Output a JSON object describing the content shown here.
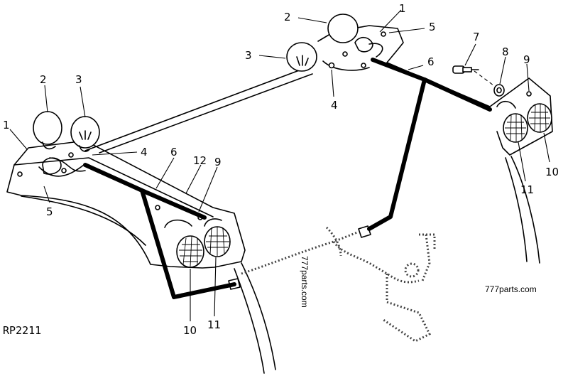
{
  "figure_code": "RP2211",
  "watermark": "777parts.com",
  "callouts": {
    "left_1": "1",
    "left_2": "2",
    "left_3": "3",
    "left_4": "4",
    "left_5": "5",
    "left_6": "6",
    "left_12": "12",
    "left_9": "9",
    "left_10": "10",
    "left_11": "11",
    "right_2": "2",
    "right_1": "1",
    "right_5": "5",
    "right_3": "3",
    "right_4": "4",
    "right_6": "6",
    "right_7": "7",
    "right_8": "8",
    "right_9": "9",
    "right_11": "11",
    "right_10": "10"
  }
}
